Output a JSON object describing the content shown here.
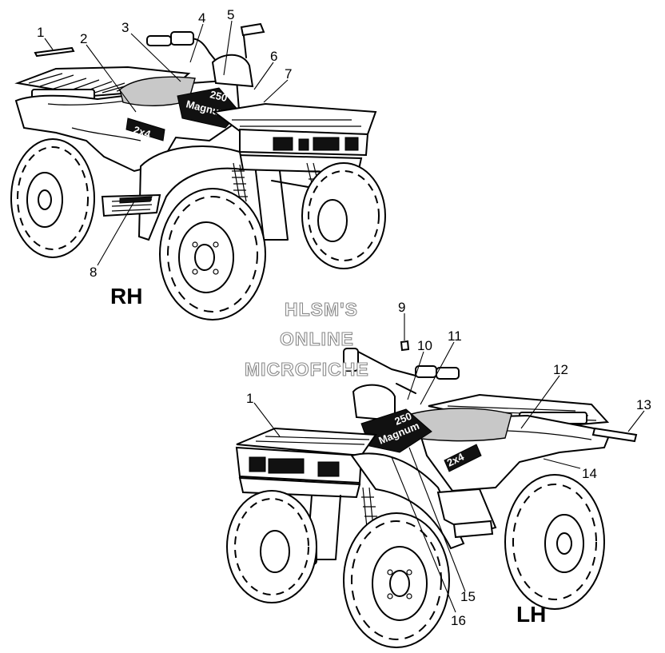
{
  "views": {
    "right": {
      "label": "RH"
    },
    "left": {
      "label": "LH"
    }
  },
  "watermark": {
    "line1": "HLSM'S",
    "line2": "ONLINE",
    "line3": "MICROFICHE"
  },
  "decals": {
    "model_number": "250",
    "model_name": "Magnum",
    "drive": "2x4"
  },
  "callouts": [
    "1",
    "2",
    "3",
    "4",
    "5",
    "6",
    "7",
    "8",
    "1",
    "9",
    "10",
    "11",
    "12",
    "13",
    "14",
    "15",
    "16"
  ]
}
